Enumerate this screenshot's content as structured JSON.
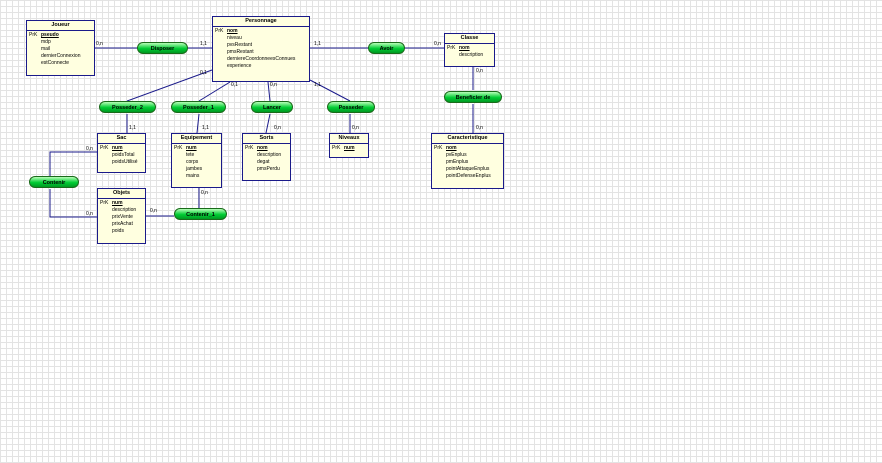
{
  "entities": {
    "joueur": {
      "name": "Joueur",
      "pk_tag": "PrK",
      "pk": "pseudo",
      "attrs": [
        "mdp",
        "mail",
        "dernierConnexion",
        "estConnecte"
      ]
    },
    "personnage": {
      "name": "Personnage",
      "pk_tag": "PrK",
      "pk": "nom",
      "attrs": [
        "niveau",
        "pvsRestant",
        "pmsRestant",
        "derniereCoordonneesConnues",
        "experience"
      ]
    },
    "classe": {
      "name": "Classe",
      "pk_tag": "PrK",
      "pk": "nom",
      "attrs": [
        "description"
      ]
    },
    "sac": {
      "name": "Sac",
      "pk_tag": "PrK",
      "pk": "num",
      "attrs": [
        "poidsTotal",
        "poidsUtilisé"
      ]
    },
    "equipement": {
      "name": "Equipement",
      "pk_tag": "PrK",
      "pk": "num",
      "attrs": [
        "tete",
        "corps",
        "jambes",
        "mains"
      ]
    },
    "sorts": {
      "name": "Sorts",
      "pk_tag": "PrK",
      "pk": "nom",
      "attrs": [
        "description",
        "degat",
        "pmsPerdu"
      ]
    },
    "niveaux": {
      "name": "Niveaux",
      "pk_tag": "PrK",
      "pk": "num",
      "attrs": []
    },
    "caracteristique": {
      "name": "Caracteristique",
      "pk_tag": "PrK",
      "pk": "nom",
      "attrs": [
        "pvEnplus",
        "pmEnplus",
        "pointAttaqueEnplus",
        "pointDefenseEnplus"
      ]
    },
    "objets": {
      "name": "Objets",
      "pk_tag": "PrK",
      "pk": "num",
      "attrs": [
        "description",
        "prixVente",
        "prixAchat",
        "poids"
      ]
    }
  },
  "relations": {
    "disposer": "Disposer",
    "avoir": "Avoir",
    "beneficier_de": "Beneficier de",
    "posseder_2": "Posseder_2",
    "posseder_1": "Posseder_1",
    "lancer": "Lancer",
    "posseder": "Posseder",
    "contenir": "Contenir",
    "contenir_1": "Contenir_1"
  },
  "cardinalities": {
    "joueur_disposer": "0,n",
    "personnage_disposer": "1,1",
    "personnage_avoir": "1,1",
    "classe_avoir": "0,n",
    "classe_beneficier": "0,n",
    "carac_beneficier": "0,n",
    "personnage_posseder2": "0,1",
    "personnage_posseder1": "0,1",
    "personnage_lancer": "0,n",
    "personnage_posseder": "1,1",
    "sac_posseder2": "1,1",
    "equipement_posseder1": "1,1",
    "sorts_lancer": "0,n",
    "niveaux_posseder": "0,n",
    "sac_contenir": "0,n",
    "objets_contenir": "0,n",
    "equipement_contenir1": "0,n",
    "objets_contenir1": "0,n"
  }
}
